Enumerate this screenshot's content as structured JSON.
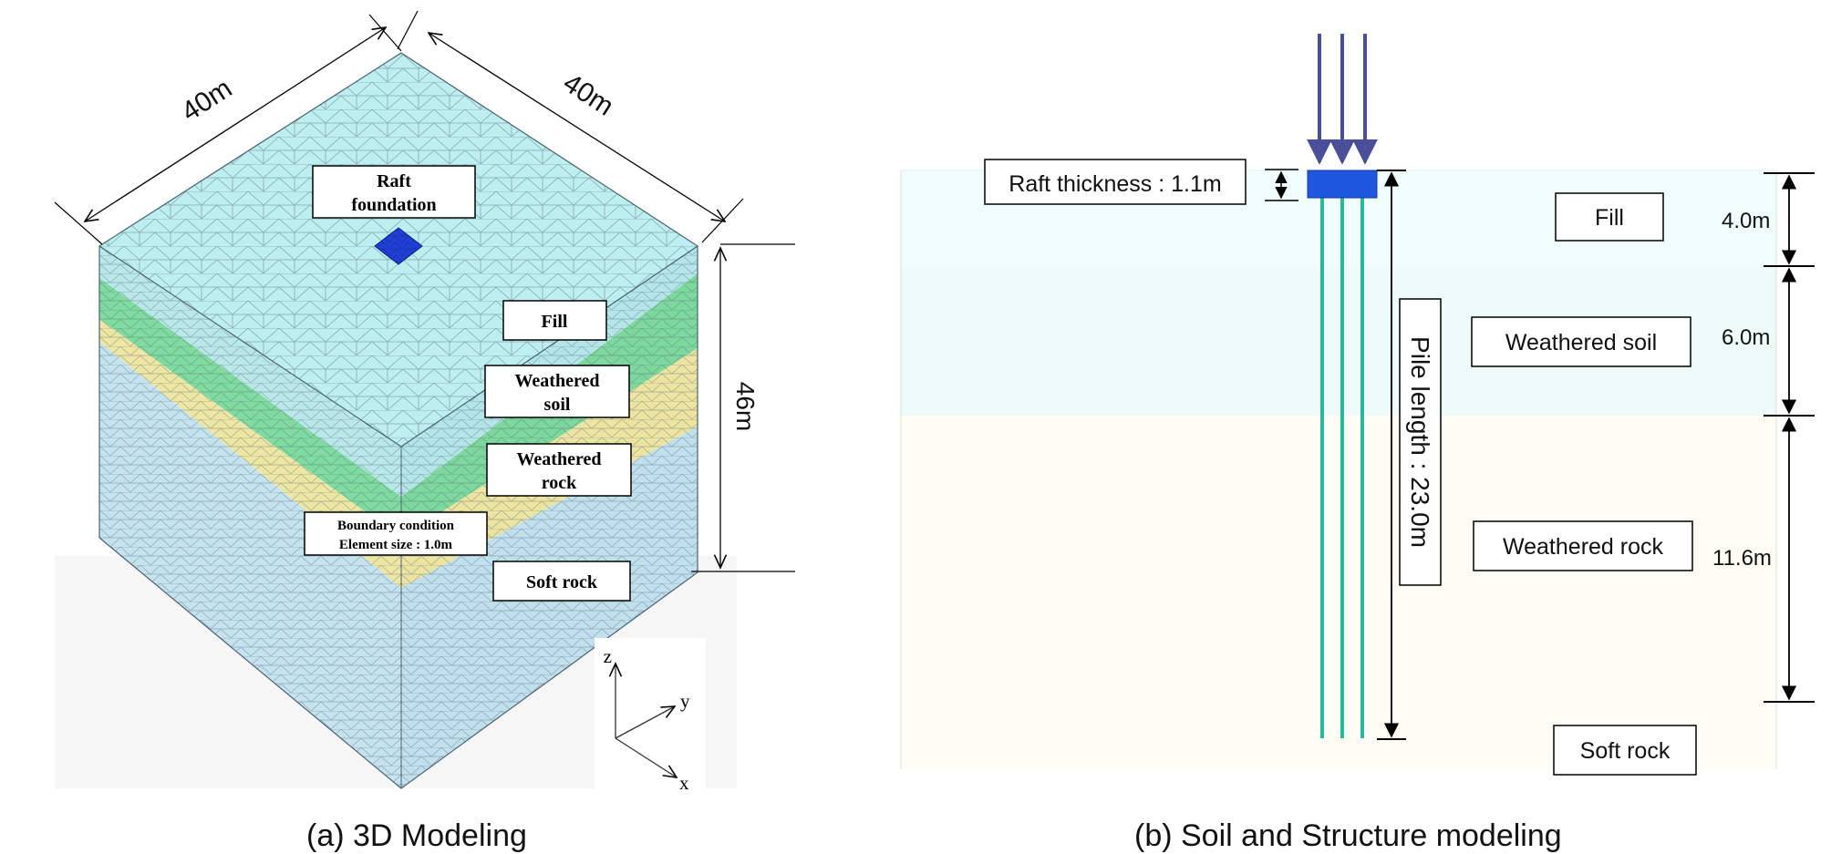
{
  "left_panel": {
    "caption": "(a) 3D Modeling",
    "dims": {
      "width_a": "40m",
      "width_b": "40m",
      "height": "46m"
    },
    "labels": {
      "raft_line1": "Raft",
      "raft_line2": "foundation",
      "fill": "Fill",
      "wsoil_line1": "Weathered",
      "wsoil_line2": "soil",
      "wrock_line1": "Weathered",
      "wrock_line2": "rock",
      "boundary_line1": "Boundary condition",
      "boundary_line2": "Element size : 1.0m",
      "soft_rock": "Soft rock"
    },
    "axes": {
      "z": "z",
      "y": "y",
      "x": "x"
    },
    "colors": {
      "fill": "#bdeef0",
      "weathered_soil": "#7fdba0",
      "weathered_rock": "#eee7a3",
      "soft_rock": "#c4e3ef",
      "raft": "#1f3fd6"
    }
  },
  "right_panel": {
    "caption": "(b) Soil and Structure modeling",
    "labels": {
      "raft_thickness": "Raft thickness : 1.1m",
      "pile_length": "Pile length : 23.0m",
      "fill": "Fill",
      "weathered_soil": "Weathered soil",
      "weathered_rock": "Weathered rock",
      "soft_rock": "Soft rock"
    },
    "dims": {
      "fill": "4.0m",
      "weathered_soil": "6.0m",
      "weathered_rock": "11.6m"
    },
    "colors": {
      "soil_upper": "#f1fdfb",
      "soil_mid": "#eefbf8",
      "soil_lower": "#fdfdf3",
      "raft": "#1f56e0",
      "pile": "#2bb79b",
      "load": "#4b4f9a"
    }
  }
}
